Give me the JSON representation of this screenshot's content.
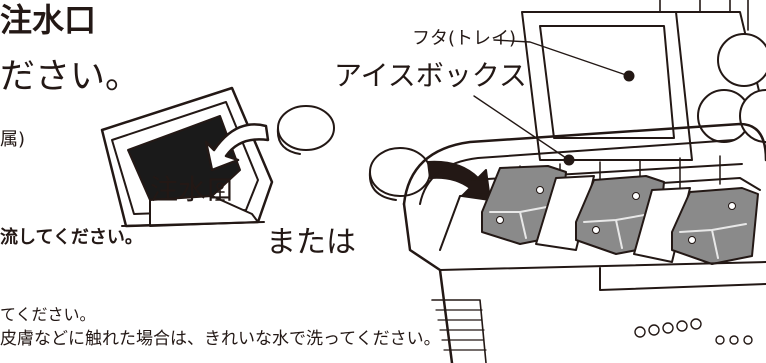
{
  "text": {
    "heading_fragment": "注水口",
    "instruction_fragment": "ださい。",
    "accessory_fragment": "属)",
    "inlet_label": "注水口",
    "pour_fragment": "流してください。",
    "or_label": "または",
    "lid_label": "フタ(トレイ)",
    "icebox_label": "アイスボックス",
    "note_line_1": "てください。",
    "note_line_2": "皮膚などに触れた場合は、きれいな水で洗ってください。"
  },
  "colors": {
    "ink": "#231815",
    "pack_fill": "#8a8a8a",
    "pack_shade": "#6f6f6f",
    "inlet_dark": "#1a1a1a",
    "background": "#ffffff"
  },
  "icons": [
    "arrow-into-inlet-icon",
    "arrow-into-icebox-icon",
    "person-mark-icon"
  ]
}
